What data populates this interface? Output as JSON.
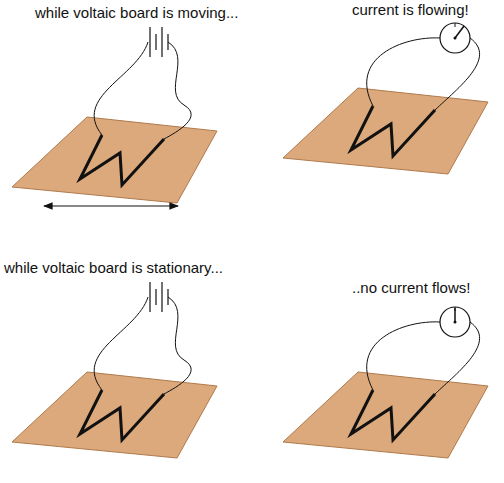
{
  "diagram": {
    "labels": [
      "while voltaic board is moving...",
      "current is flowing!",
      "while voltaic board is stationary...",
      "..no current flows!"
    ]
  }
}
